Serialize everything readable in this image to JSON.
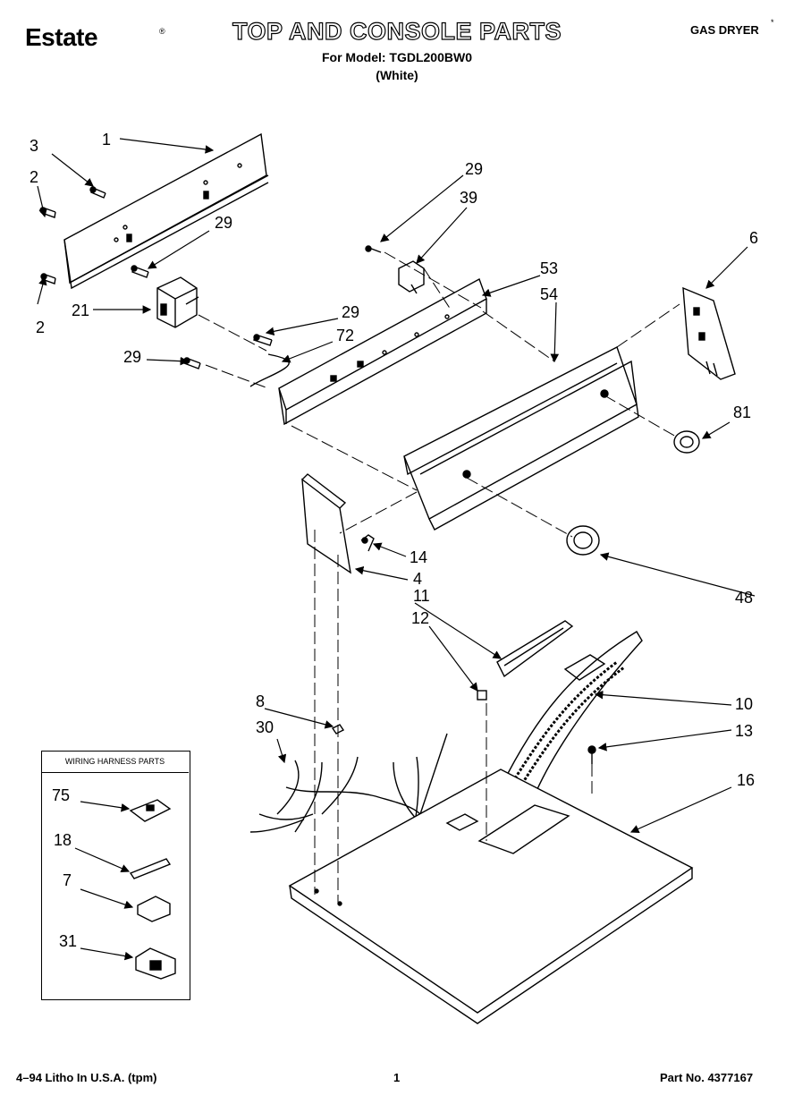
{
  "header": {
    "brand": "Estate",
    "brand_mark": "®",
    "title": "TOP AND CONSOLE PARTS",
    "model_line": "For Model: TGDL200BW0",
    "color_line": "(White)",
    "product_type": "GAS DRYER",
    "product_mark": "*"
  },
  "harness": {
    "title": "WIRING HARNESS PARTS",
    "parts": [
      "75",
      "18",
      "7",
      "31"
    ]
  },
  "callouts": {
    "c1": "1",
    "c3": "3",
    "c2a": "2",
    "c2b": "2",
    "c29a": "29",
    "c21": "21",
    "c29b": "29",
    "c39": "39",
    "c53": "53",
    "c54": "54",
    "c6": "6",
    "c29c": "29",
    "c72": "72",
    "c29d": "29",
    "c81": "81",
    "c14": "14",
    "c4": "4",
    "c48": "48",
    "c11": "11",
    "c12": "12",
    "c8": "8",
    "c30": "30",
    "c10": "10",
    "c13": "13",
    "c16": "16"
  },
  "footer": {
    "left": "4–94 Litho In U.S.A. (tpm)",
    "page": "1",
    "part_no": "Part No. 4377167"
  }
}
